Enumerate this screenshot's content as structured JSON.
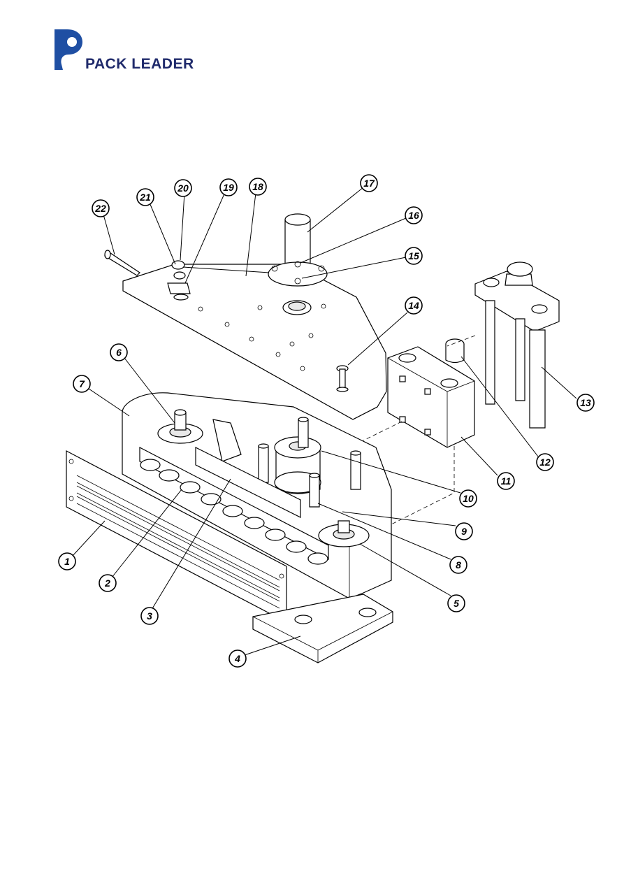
{
  "brand": {
    "name": "PACK LEADER",
    "colors": {
      "logo_blue": "#1f4fa3",
      "logo_text": "#1f2a6b"
    }
  },
  "callouts": [
    {
      "id": "c1",
      "label": "1"
    },
    {
      "id": "c2",
      "label": "2"
    },
    {
      "id": "c3",
      "label": "3"
    },
    {
      "id": "c4",
      "label": "4"
    },
    {
      "id": "c5",
      "label": "5"
    },
    {
      "id": "c6",
      "label": "6"
    },
    {
      "id": "c7",
      "label": "7"
    },
    {
      "id": "c8",
      "label": "8"
    },
    {
      "id": "c9",
      "label": "9"
    },
    {
      "id": "c10",
      "label": "10"
    },
    {
      "id": "c11",
      "label": "11"
    },
    {
      "id": "c12",
      "label": "12"
    },
    {
      "id": "c13",
      "label": "13"
    },
    {
      "id": "c14",
      "label": "14"
    },
    {
      "id": "c15",
      "label": "15"
    },
    {
      "id": "c16",
      "label": "16"
    },
    {
      "id": "c17",
      "label": "17"
    },
    {
      "id": "c18",
      "label": "18"
    },
    {
      "id": "c19",
      "label": "19"
    },
    {
      "id": "c20",
      "label": "20"
    },
    {
      "id": "c21",
      "label": "21"
    },
    {
      "id": "c22",
      "label": "22"
    }
  ]
}
